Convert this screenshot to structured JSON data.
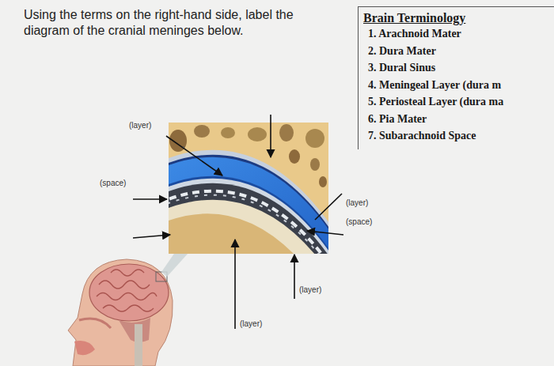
{
  "diagram": {
    "title": "Using the terms on the right-hand side, label the diagram of the cranial meninges below.",
    "nodes": [
      {
        "text": [
          "Brain Terminology",
          "1. Arachnoid Mater",
          "2. Dura Mater",
          "3. Dural Sinus",
          "4. Meningeal Layer (dura m",
          "5. Periosteal Layer (dura ma",
          "6. Pia Mater",
          "7. Subarachnoid Space"
        ]
      }
    ],
    "labels": [
      "(layer)",
      "(space)",
      "(layer)",
      "(space)",
      "(layer)",
      "(layer)"
    ]
  }
}
